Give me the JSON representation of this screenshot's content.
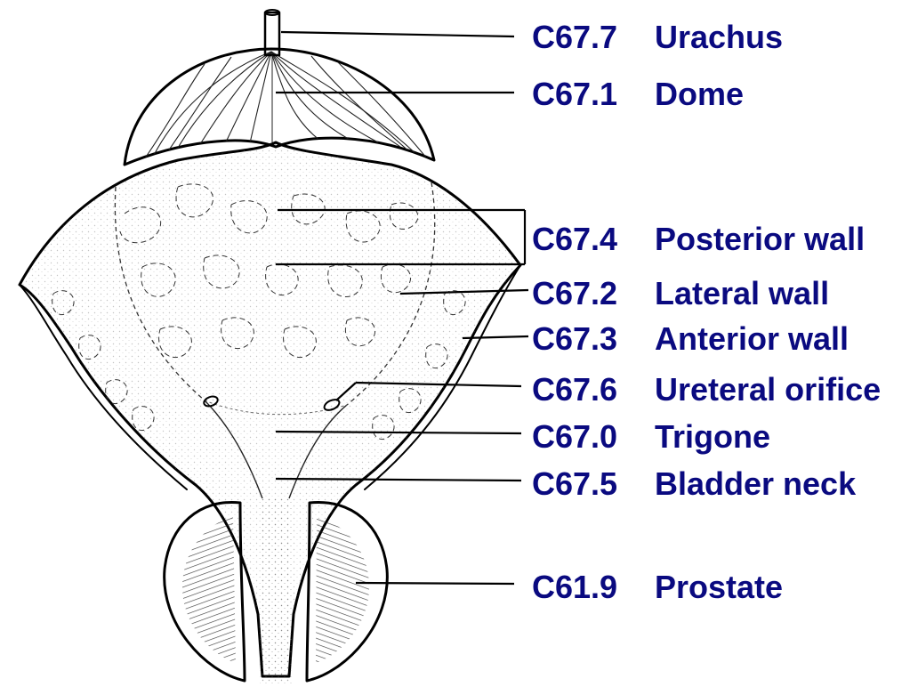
{
  "colors": {
    "label_text": "#0a0a80",
    "line": "#000000",
    "background": "#ffffff"
  },
  "labels": [
    {
      "code": "C67.7",
      "name": "Urachus"
    },
    {
      "code": "C67.1",
      "name": "Dome"
    },
    {
      "code": "C67.4",
      "name": "Posterior wall"
    },
    {
      "code": "C67.2",
      "name": "Lateral wall"
    },
    {
      "code": "C67.3",
      "name": "Anterior wall"
    },
    {
      "code": "C67.6",
      "name": "Ureteral orifice"
    },
    {
      "code": "C67.0",
      "name": "Trigone"
    },
    {
      "code": "C67.5",
      "name": "Bladder neck"
    },
    {
      "code": "C61.9",
      "name": "Prostate"
    }
  ]
}
